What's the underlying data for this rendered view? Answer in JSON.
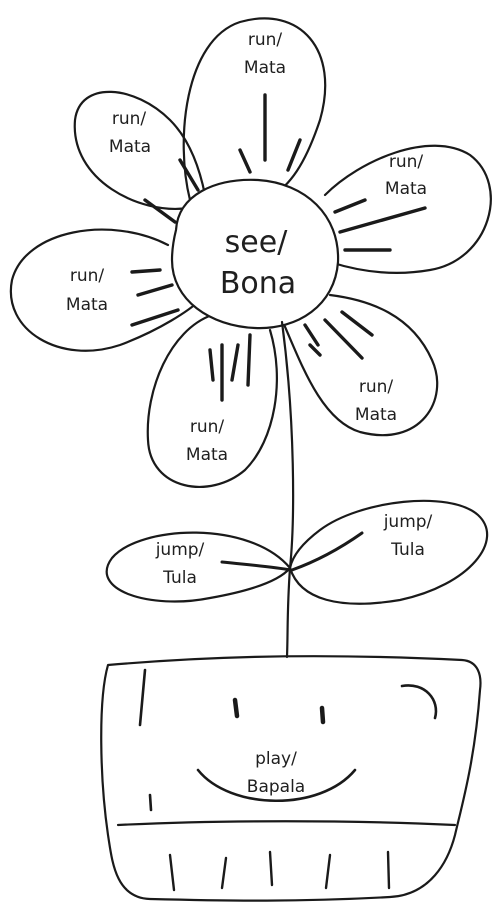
{
  "center": {
    "line1": "see/",
    "line2": "Bona"
  },
  "petals": [
    {
      "line1": "run/",
      "line2": "Mata"
    },
    {
      "line1": "run/",
      "line2": "Mata"
    },
    {
      "line1": "run/",
      "line2": "Mata"
    },
    {
      "line1": "run/",
      "line2": "Mata"
    },
    {
      "line1": "run/",
      "line2": "Mata"
    },
    {
      "line1": "run/",
      "line2": "Mata"
    }
  ],
  "leaves": [
    {
      "line1": "jump/",
      "line2": "Tula"
    },
    {
      "line1": "jump/",
      "line2": "Tula"
    }
  ],
  "pot": {
    "line1": "play/",
    "line2": "Bapala"
  }
}
